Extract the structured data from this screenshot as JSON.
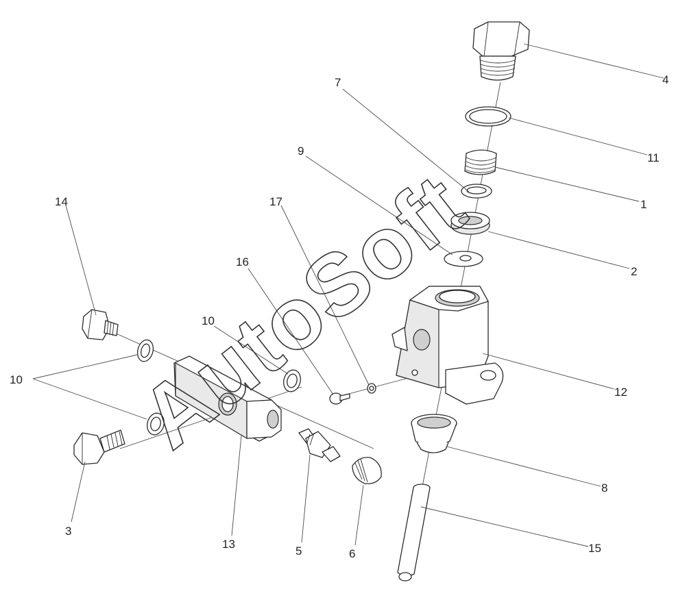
{
  "diagram": {
    "callouts": [
      {
        "id": "1",
        "label": "1"
      },
      {
        "id": "2",
        "label": "2"
      },
      {
        "id": "3",
        "label": "3"
      },
      {
        "id": "4",
        "label": "4"
      },
      {
        "id": "5",
        "label": "5"
      },
      {
        "id": "6",
        "label": "6"
      },
      {
        "id": "7",
        "label": "7"
      },
      {
        "id": "8",
        "label": "8"
      },
      {
        "id": "9",
        "label": "9"
      },
      {
        "id": "10a",
        "label": "10"
      },
      {
        "id": "10b",
        "label": "10"
      },
      {
        "id": "11",
        "label": "11"
      },
      {
        "id": "12",
        "label": "12"
      },
      {
        "id": "13",
        "label": "13"
      },
      {
        "id": "14",
        "label": "14"
      },
      {
        "id": "15",
        "label": "15"
      },
      {
        "id": "16",
        "label": "16"
      },
      {
        "id": "17",
        "label": "17"
      }
    ],
    "watermark": "AutoSoft",
    "line_color": "#2a2a2a",
    "background": "#ffffff"
  }
}
